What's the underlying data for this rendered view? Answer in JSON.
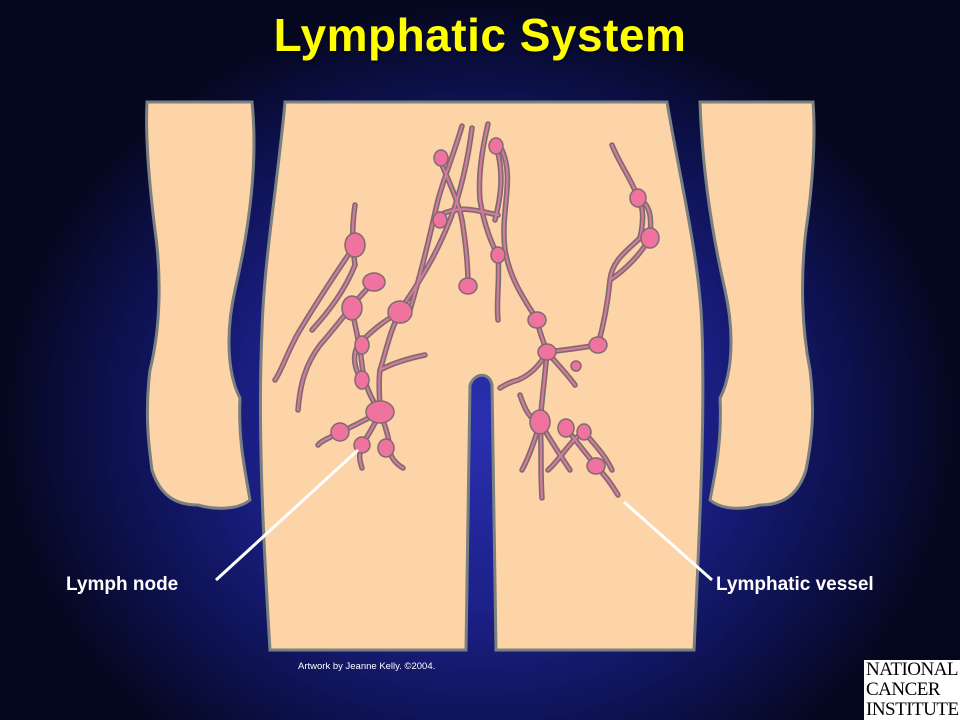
{
  "title": "Lymphatic System",
  "labels": {
    "lymph_node": "Lymph node",
    "lymphatic_vessel": "Lymphatic vessel"
  },
  "credit": "Artwork by Jeanne Kelly. ©2004.",
  "logo": {
    "line1": "NATIONAL",
    "line2": "CANCER",
    "line3": "INSTITUTE"
  },
  "colors": {
    "title": "#ffff00",
    "skin": "#fdd4a8",
    "outline": "#7a7f80",
    "vessel": "#b87a8e",
    "node": "#f0739f",
    "background": "#1c2088"
  }
}
